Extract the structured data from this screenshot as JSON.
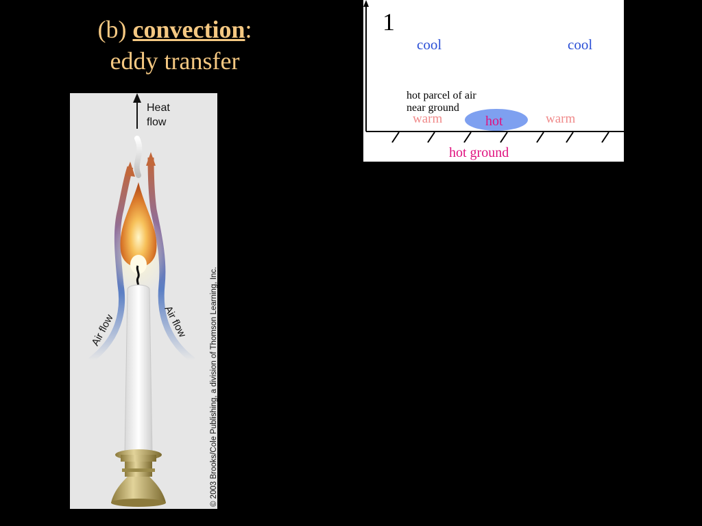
{
  "slide": {
    "title_prefix": "(b) ",
    "title_keyword": "convection",
    "title_colon": ":",
    "subtitle": "eddy transfer"
  },
  "candle_figure": {
    "heat_flow_label_line1": "Heat",
    "heat_flow_label_line2": "flow",
    "air_flow_left": "Air flow",
    "air_flow_right": "Air flow",
    "copyright": "© 2003 Brooks/Cole Publishing, a division of Thomson Learning, Inc."
  },
  "parcel_diagram": {
    "step_number": "1",
    "cool_left": "cool",
    "cool_right": "cool",
    "parcel_label_line1": "hot parcel of air",
    "parcel_label_line2": "near ground",
    "warm_left": "warm",
    "hot_label": "hot",
    "warm_right": "warm",
    "ground_label": "hot ground"
  },
  "colors": {
    "background": "#000000",
    "title_text": "#f5c882",
    "cool_text": "#2a4fd6",
    "warm_text": "#f08a8a",
    "hot_text": "#e0117f",
    "parcel_fill": "#7ea0f0"
  }
}
